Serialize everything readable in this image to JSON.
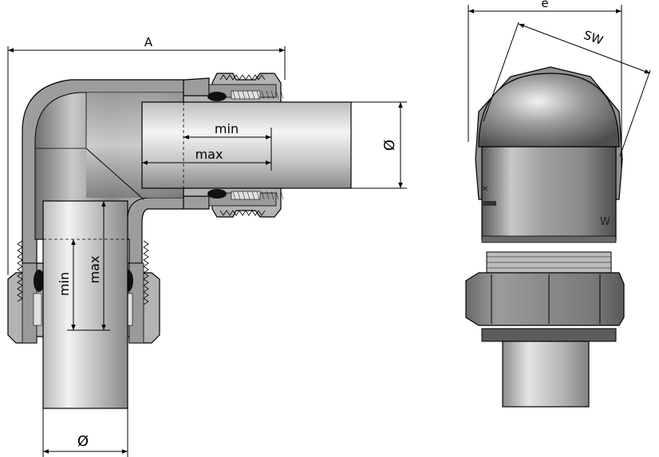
{
  "labels": {
    "overall_length": "A",
    "left_outer_diameter": "Ø",
    "right_outer_diameter": "Ø",
    "top_pipe_min": "min",
    "top_pipe_max": "max",
    "bottom_pipe_min": "min",
    "bottom_pipe_max": "max",
    "width_across_corners": "e",
    "width_across_flats": "SW"
  },
  "colors": {
    "metal_light": "#e6e6e6",
    "metal_mid": "#a8a8a8",
    "metal_dark": "#5c5c5c",
    "outline": "#000000",
    "seal": "#111111"
  }
}
